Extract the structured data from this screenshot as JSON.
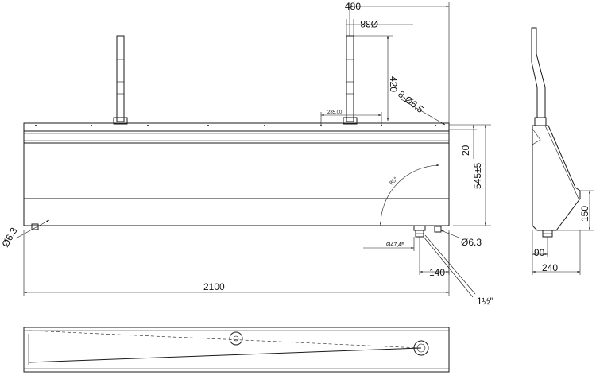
{
  "dimensions": {
    "width_480": "480",
    "dia_38": "Ø38",
    "height_420": "420",
    "holes": "8-Ø6.5",
    "spacing_285": "285,00",
    "height_20": "20",
    "height_545": "545±5",
    "angle_85": "85°",
    "dia_6_3_left": "Ø6.3",
    "dia_6_3_right": "Ø6.3",
    "dia_47_45": "Ø47,45",
    "dist_140": "140",
    "total_2100": "2100",
    "outlet": "1½\"",
    "side_150": "150",
    "side_90": "90",
    "side_240": "240"
  }
}
